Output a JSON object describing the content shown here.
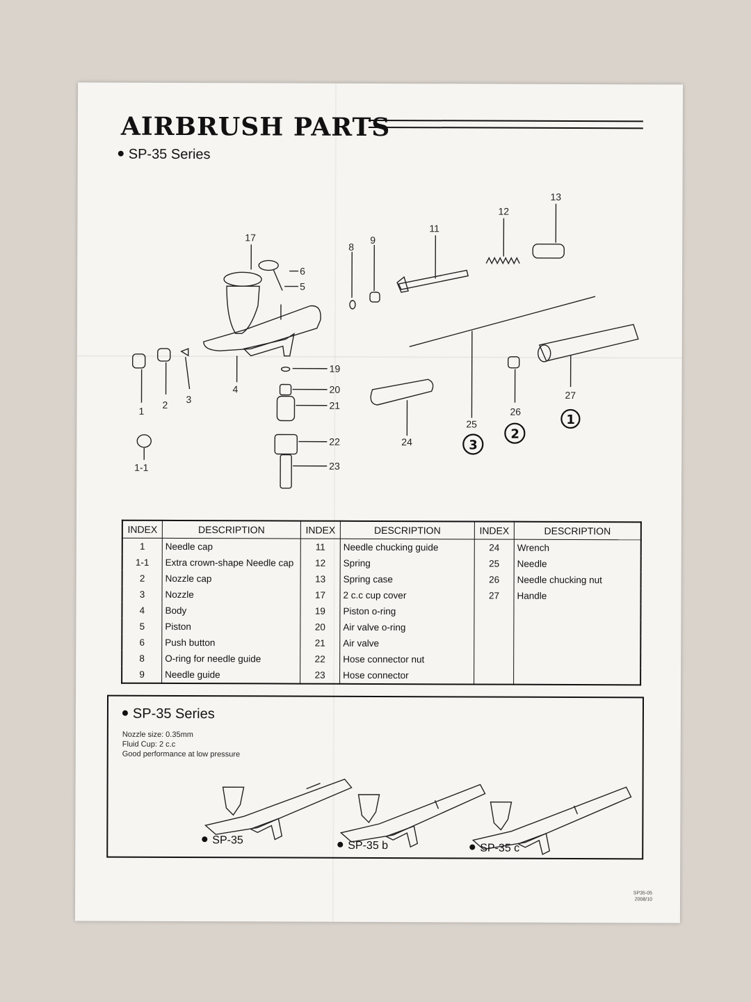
{
  "header": {
    "title": "AIRBRUSH PARTS",
    "series": "SP-35 Series"
  },
  "diagram": {
    "labels": [
      "17",
      "6",
      "5",
      "8",
      "9",
      "11",
      "12",
      "13",
      "1",
      "2",
      "3",
      "4",
      "19",
      "20",
      "21",
      "22",
      "23",
      "1-1",
      "24",
      "25",
      "26",
      "27"
    ],
    "handwritten_marks": [
      "3",
      "2",
      "1"
    ]
  },
  "table": {
    "headers": [
      "INDEX",
      "DESCRIPTION",
      "INDEX",
      "DESCRIPTION",
      "INDEX",
      "DESCRIPTION"
    ],
    "rows": [
      [
        "1",
        "Needle cap",
        "11",
        "Needle chucking guide",
        "24",
        "Wrench"
      ],
      [
        "1-1",
        "Extra crown-shape Needle cap",
        "12",
        "Spring",
        "25",
        "Needle"
      ],
      [
        "2",
        "Nozzle cap",
        "13",
        "Spring case",
        "26",
        "Needle chucking nut"
      ],
      [
        "3",
        "Nozzle",
        "17",
        "2 c.c  cup cover",
        "27",
        "Handle"
      ],
      [
        "4",
        "Body",
        "19",
        "Piston o-ring",
        "",
        ""
      ],
      [
        "5",
        "Piston",
        "20",
        "Air valve o-ring",
        "",
        ""
      ],
      [
        "6",
        "Push button",
        "21",
        "Air valve",
        "",
        ""
      ],
      [
        "8",
        "O-ring for needle guide",
        "22",
        "Hose connector nut",
        "",
        ""
      ],
      [
        "9",
        "Needle guide",
        "23",
        "Hose connector",
        "",
        ""
      ]
    ]
  },
  "series_box": {
    "title": "SP-35 Series",
    "specs": [
      "Nozzle size: 0.35mm",
      "Fluid Cup: 2 c.c",
      "Good performance at low pressure"
    ],
    "models": [
      "SP-35",
      "SP-35 b",
      "SP-35 c"
    ]
  },
  "footer": {
    "code": "SP35-05",
    "date": "2008/10"
  }
}
